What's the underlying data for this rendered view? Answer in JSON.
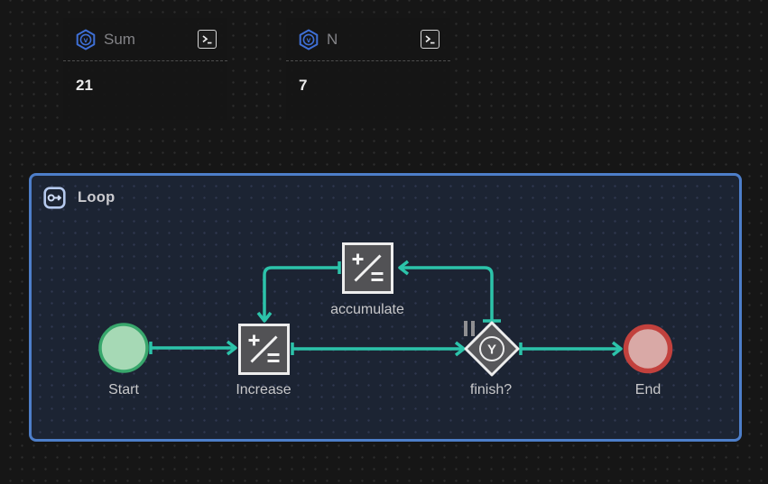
{
  "variables": {
    "sum": {
      "label": "Sum",
      "value": "21"
    },
    "n": {
      "label": "N",
      "value": "7"
    }
  },
  "loop": {
    "label": "Loop"
  },
  "nodes": {
    "start": {
      "label": "Start",
      "type": "start-circle"
    },
    "increase": {
      "label": "Increase",
      "type": "operation"
    },
    "accumulate": {
      "label": "accumulate",
      "type": "operation"
    },
    "finish": {
      "label": "finish?",
      "type": "decision",
      "badge": "paused"
    },
    "end": {
      "label": "End",
      "type": "end-circle"
    }
  },
  "edges": [
    {
      "from": "start",
      "to": "increase"
    },
    {
      "from": "increase",
      "to": "finish"
    },
    {
      "from": "finish",
      "to": "accumulate",
      "via": "top-loopback"
    },
    {
      "from": "accumulate",
      "to": "increase",
      "via": "top-loopback"
    },
    {
      "from": "finish",
      "to": "end"
    }
  ],
  "icons": {
    "variable": "hexagon-v",
    "console": "terminal-prompt",
    "loop": "circle-arrow",
    "pause": "pause-bars",
    "branch_glyph": "Y",
    "operation": "plus-slash-equals"
  },
  "colors": {
    "canvas_bg": "#161616",
    "loop_bg": "#1c2433",
    "loop_border": "#4d7ec9",
    "edge_teal": "#2cc3aa",
    "start_fill": "#a6d9b5",
    "start_border": "#38a76c",
    "end_fill": "#d9a9a6",
    "end_border": "#c2413d",
    "op_fill": "#525255",
    "op_border": "#ededed",
    "variable_icon_blue": "#3e6fd6"
  }
}
